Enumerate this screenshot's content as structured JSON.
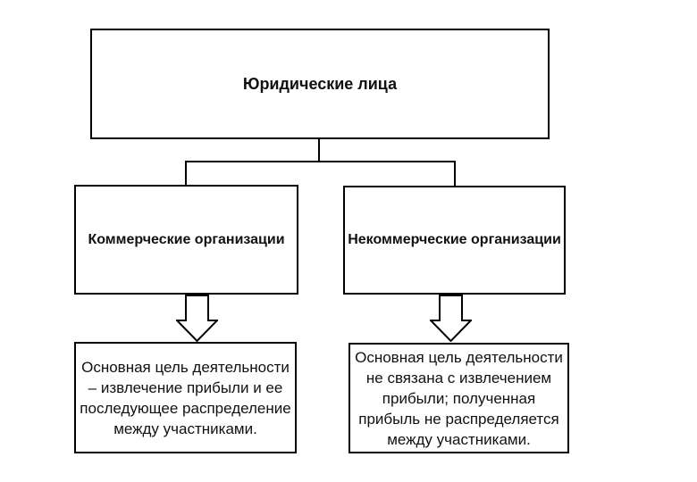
{
  "canvas": {
    "background_color": "#ffffff",
    "line_color": "#000000",
    "text_color": "#111111"
  },
  "diagram": {
    "root": {
      "label": "Юридические лица"
    },
    "branches": [
      {
        "label": "Коммерческие организации",
        "description": "Основная цель деятельности\n– извлечение прибыли и ее\nпоследующее распределение\nмежду участниками."
      },
      {
        "label": "Некоммерческие организации",
        "description": "Основная цель деятельности\nне связана с извлечением\nприбыли; полученная\nприбыль не распределяется\nмежду участниками."
      }
    ],
    "icons": {
      "arrow": "down-block-arrow"
    }
  }
}
